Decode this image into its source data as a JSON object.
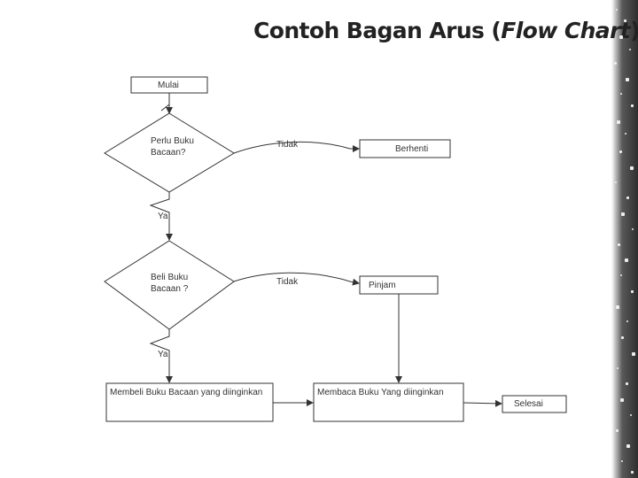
{
  "title": {
    "main": "Contoh Bagan Arus (",
    "italic": "Flow Chart",
    "close": ")"
  },
  "nodes": {
    "start": "Mulai",
    "decision1": "Perlu Buku Bacaan?",
    "stop": "Berhenti",
    "decision2": "Beli Buku Bacaan ?",
    "borrow": "Pinjam",
    "buy": "Membeli Buku Bacaan yang diinginkan",
    "read": "Membaca Buku Yang diinginkan",
    "end": "Selesai"
  },
  "edges": {
    "d1_no": "Tidak",
    "d1_yes": "Ya",
    "d2_no": "Tidak",
    "d2_yes": "Ya"
  },
  "colors": {
    "line": "#333333",
    "title": "#222222",
    "edge_band": "#3a3a3a"
  }
}
